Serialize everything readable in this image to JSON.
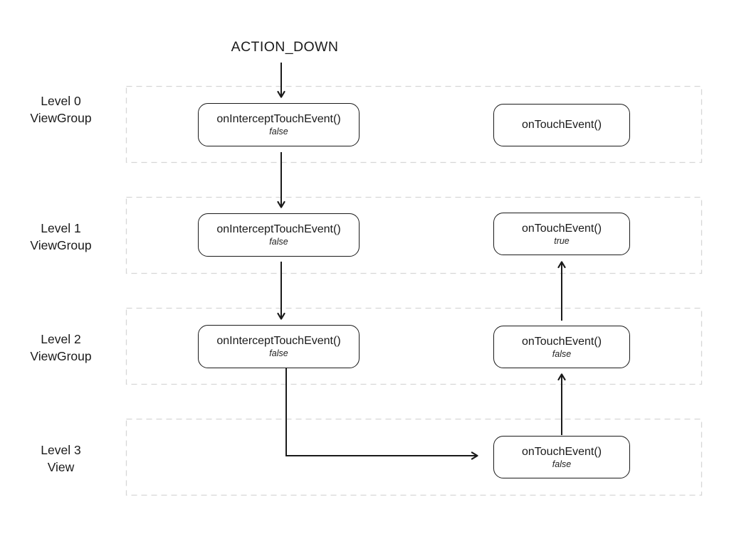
{
  "title": "ACTION_DOWN",
  "colors": {
    "line": "#1a1a1a",
    "row_border": "#d6d6d6",
    "background": "#ffffff",
    "text": "#1a1a1a"
  },
  "levels": [
    {
      "line1": "Level 0",
      "line2": "ViewGroup"
    },
    {
      "line1": "Level 1",
      "line2": "ViewGroup"
    },
    {
      "line1": "Level 2",
      "line2": "ViewGroup"
    },
    {
      "line1": "Level 3",
      "line2": "View"
    }
  ],
  "boxes": {
    "intercept_0": {
      "title": "onInterceptTouchEvent()",
      "subtitle": "false"
    },
    "intercept_1": {
      "title": "onInterceptTouchEvent()",
      "subtitle": "false"
    },
    "intercept_2": {
      "title": "onInterceptTouchEvent()",
      "subtitle": "false"
    },
    "touch_0": {
      "title": "onTouchEvent()",
      "subtitle": ""
    },
    "touch_1": {
      "title": "onTouchEvent()",
      "subtitle": "true"
    },
    "touch_2": {
      "title": "onTouchEvent()",
      "subtitle": "false"
    },
    "touch_3": {
      "title": "onTouchEvent()",
      "subtitle": "false"
    }
  }
}
